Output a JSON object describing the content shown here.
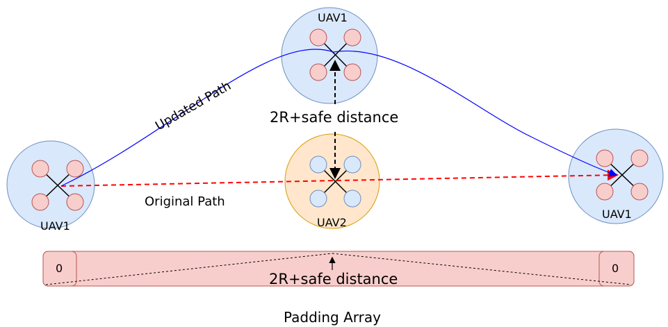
{
  "uav_left": {
    "label": "UAV1"
  },
  "uav_top": {
    "label": "UAV1"
  },
  "uav_right": {
    "label": "UAV1"
  },
  "uav_obstacle": {
    "label": "UAV2"
  },
  "paths": {
    "updated_label": "Updated Path",
    "original_label": "Original Path",
    "updated_color": "#0000ff",
    "original_color": "#ff0000"
  },
  "distance_label": "2R+safe distance",
  "padding_array": {
    "left_value": "0",
    "right_value": "0",
    "distance_label": "2R+safe distance",
    "caption": "Padding Array"
  },
  "colors": {
    "uav_body_fill": "#dae8fc",
    "uav_body_stroke": "#6c8ebf",
    "obstacle_body_fill": "#ffe6cc",
    "obstacle_body_stroke": "#d79b00",
    "rotor_red_fill": "#f8cecc",
    "rotor_red_stroke": "#b85450"
  }
}
